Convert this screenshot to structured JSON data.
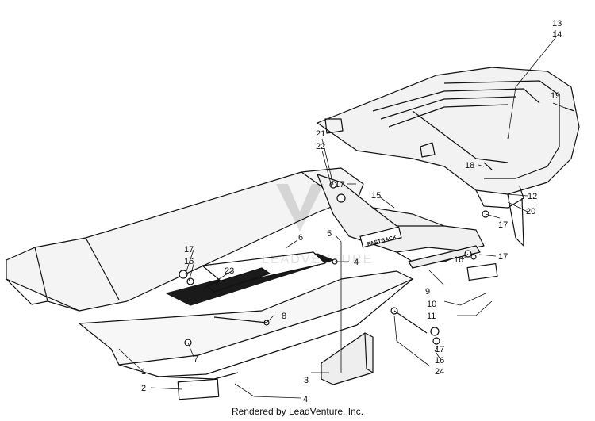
{
  "callouts": [
    "13",
    "14",
    "19",
    "21",
    "22",
    "18",
    "17",
    "15",
    "12",
    "20",
    "17",
    "16",
    "17",
    "5",
    "6",
    "17",
    "16",
    "23",
    "4",
    "9",
    "10",
    "11",
    "8",
    "17",
    "16",
    "24",
    "1",
    "7",
    "3",
    "2",
    "4"
  ],
  "decal_text": "FASTBACK",
  "watermark_text": "LEADVENTURE",
  "footer": {
    "credit": "Rendered by LeadVenture, Inc."
  }
}
